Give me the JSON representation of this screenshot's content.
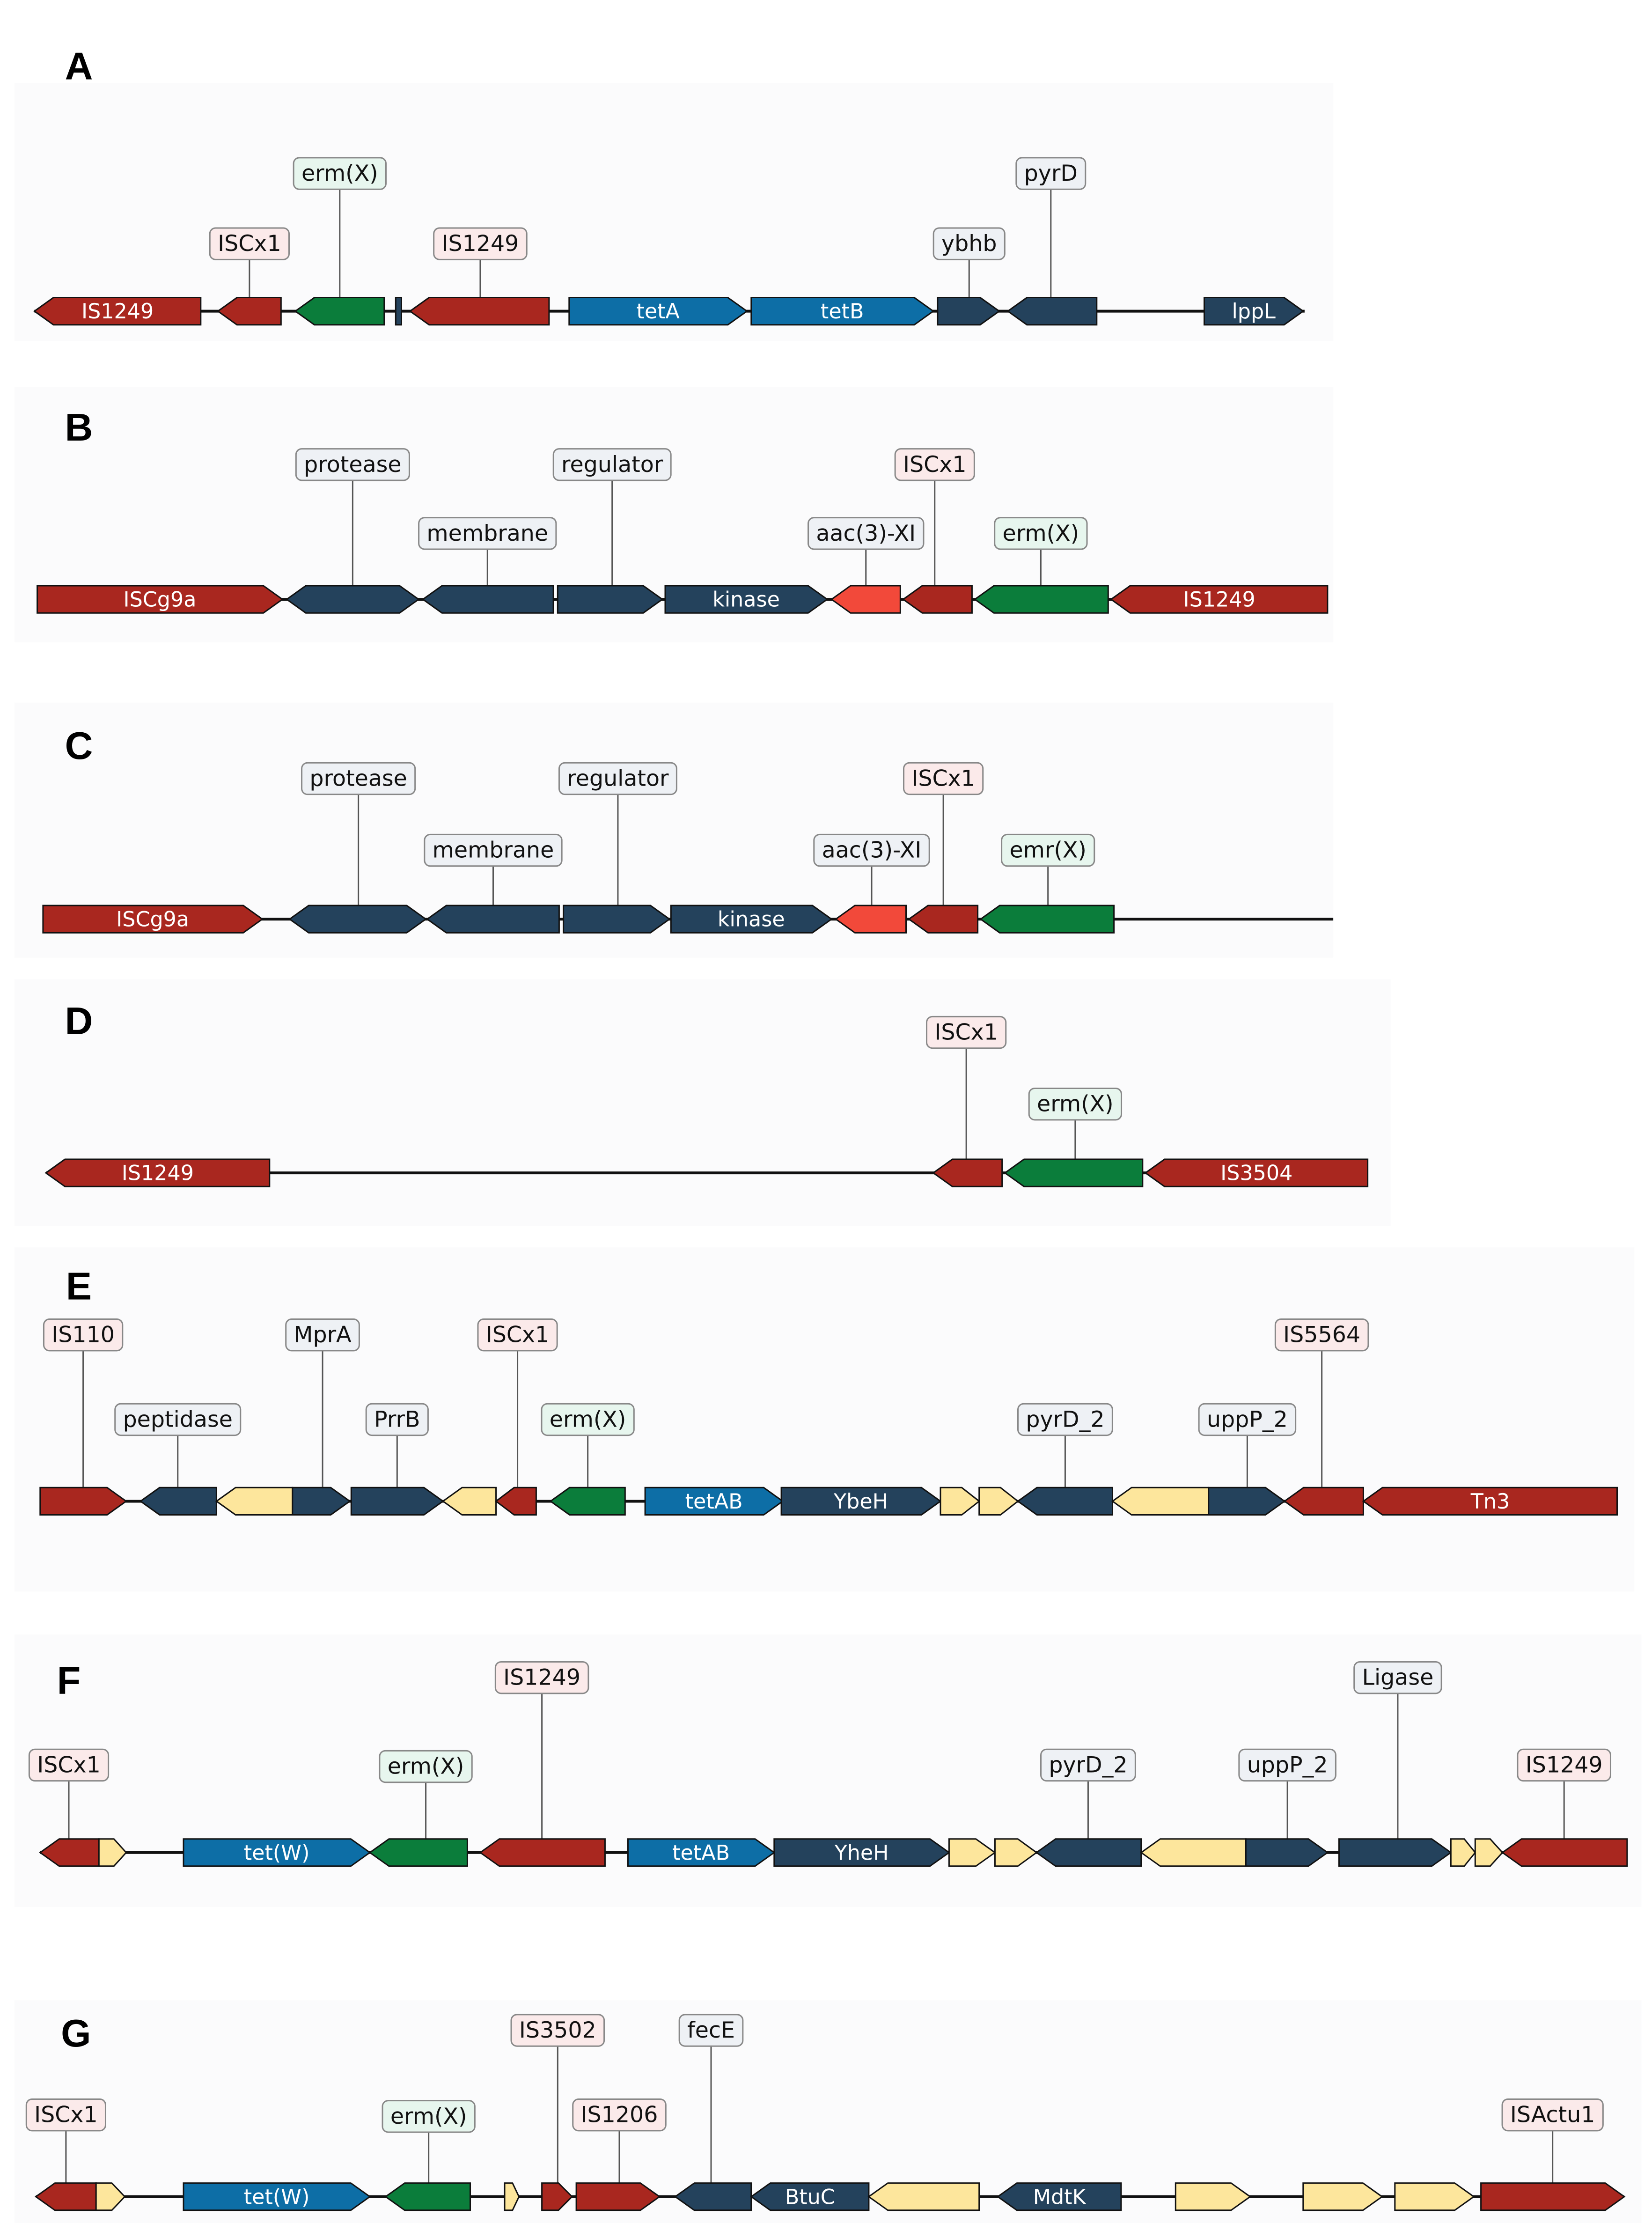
{
  "colors": {
    "is_element": "#a9271f",
    "erm": "#0b7d3b",
    "tet": "#0d6ea6",
    "other": "#24425c",
    "aac": "#f2493a",
    "hypothetical": "#fde69c",
    "callout_is": "#fbeaea",
    "callout_erm": "#e7f6ee",
    "callout_other": "#eef1f5"
  },
  "panels": [
    {
      "letter": "A",
      "genes": [
        {
          "label": "IS1249",
          "dir": "left",
          "type": "is_element"
        },
        {
          "label": "",
          "dir": "left",
          "type": "is_element",
          "callout": "ISCx1"
        },
        {
          "label": "",
          "dir": "left",
          "type": "erm",
          "callout": "erm(X)"
        },
        {
          "label": "",
          "dir": "none",
          "type": "other"
        },
        {
          "label": "",
          "dir": "left",
          "type": "is_element",
          "callout": "IS1249"
        },
        {
          "label": "tetA",
          "dir": "right",
          "type": "tet"
        },
        {
          "label": "tetB",
          "dir": "right",
          "type": "tet"
        },
        {
          "label": "",
          "dir": "right",
          "type": "other",
          "callout": "ybhb"
        },
        {
          "label": "",
          "dir": "left",
          "type": "other",
          "callout": "pyrD"
        },
        {
          "label": "lppL",
          "dir": "right",
          "type": "other"
        }
      ]
    },
    {
      "letter": "B",
      "genes": [
        {
          "label": "ISCg9a",
          "dir": "right",
          "type": "is_element"
        },
        {
          "label": "",
          "dir": "both",
          "type": "other",
          "callout": "protease"
        },
        {
          "label": "",
          "dir": "left",
          "type": "other",
          "callout": "membrane"
        },
        {
          "label": "",
          "dir": "right",
          "type": "other",
          "callout": "regulator"
        },
        {
          "label": "kinase",
          "dir": "right",
          "type": "other"
        },
        {
          "label": "",
          "dir": "left",
          "type": "aac",
          "callout": "aac(3)-XI"
        },
        {
          "label": "",
          "dir": "left",
          "type": "is_element",
          "callout": "ISCx1"
        },
        {
          "label": "",
          "dir": "left",
          "type": "erm",
          "callout": "erm(X)"
        },
        {
          "label": "IS1249",
          "dir": "left",
          "type": "is_element"
        }
      ]
    },
    {
      "letter": "C",
      "genes": [
        {
          "label": "ISCg9a",
          "dir": "right",
          "type": "is_element"
        },
        {
          "label": "",
          "dir": "both",
          "type": "other",
          "callout": "protease"
        },
        {
          "label": "",
          "dir": "left",
          "type": "other",
          "callout": "membrane"
        },
        {
          "label": "",
          "dir": "right",
          "type": "other",
          "callout": "regulator"
        },
        {
          "label": "kinase",
          "dir": "right",
          "type": "other"
        },
        {
          "label": "",
          "dir": "left",
          "type": "aac",
          "callout": "aac(3)-XI"
        },
        {
          "label": "",
          "dir": "left",
          "type": "is_element",
          "callout": "ISCx1"
        },
        {
          "label": "",
          "dir": "left",
          "type": "erm",
          "callout": "emr(X)"
        }
      ]
    },
    {
      "letter": "D",
      "genes": [
        {
          "label": "IS1249",
          "dir": "left",
          "type": "is_element"
        },
        {
          "label": "",
          "dir": "left",
          "type": "is_element",
          "callout": "ISCx1"
        },
        {
          "label": "",
          "dir": "left",
          "type": "erm",
          "callout": "erm(X)"
        },
        {
          "label": "IS3504",
          "dir": "left",
          "type": "is_element"
        }
      ]
    },
    {
      "letter": "E",
      "genes": [
        {
          "label": "",
          "dir": "right",
          "type": "is_element",
          "callout": "IS110"
        },
        {
          "label": "",
          "dir": "left",
          "type": "other",
          "callout": "peptidase"
        },
        {
          "label": "",
          "dir": "left",
          "type": "hypothetical"
        },
        {
          "label": "",
          "dir": "right",
          "type": "other",
          "callout": "MprA"
        },
        {
          "label": "",
          "dir": "right",
          "type": "other",
          "callout": "PrrB"
        },
        {
          "label": "",
          "dir": "left",
          "type": "hypothetical"
        },
        {
          "label": "",
          "dir": "left",
          "type": "is_element",
          "callout": "ISCx1"
        },
        {
          "label": "",
          "dir": "left",
          "type": "erm",
          "callout": "erm(X)"
        },
        {
          "label": "tetAB",
          "dir": "right",
          "type": "tet"
        },
        {
          "label": "YbeH",
          "dir": "right",
          "type": "other"
        },
        {
          "label": "",
          "dir": "right",
          "type": "hypothetical"
        },
        {
          "label": "",
          "dir": "right",
          "type": "hypothetical"
        },
        {
          "label": "",
          "dir": "left",
          "type": "other",
          "callout": "pyrD_2"
        },
        {
          "label": "",
          "dir": "left",
          "type": "hypothetical"
        },
        {
          "label": "",
          "dir": "right",
          "type": "other",
          "callout": "uppP_2"
        },
        {
          "label": "",
          "dir": "left",
          "type": "is_element",
          "callout": "IS5564"
        },
        {
          "label": "Tn3",
          "dir": "left",
          "type": "is_element"
        }
      ]
    },
    {
      "letter": "F",
      "genes": [
        {
          "label": "",
          "dir": "left",
          "type": "is_element",
          "callout": "ISCx1"
        },
        {
          "label": "",
          "dir": "right",
          "type": "hypothetical"
        },
        {
          "label": "tet(W)",
          "dir": "right",
          "type": "tet"
        },
        {
          "label": "",
          "dir": "left",
          "type": "erm",
          "callout": "erm(X)"
        },
        {
          "label": "",
          "dir": "left",
          "type": "is_element",
          "callout": "IS1249"
        },
        {
          "label": "tetAB",
          "dir": "right",
          "type": "tet"
        },
        {
          "label": "YheH",
          "dir": "right",
          "type": "other"
        },
        {
          "label": "",
          "dir": "right",
          "type": "hypothetical"
        },
        {
          "label": "",
          "dir": "right",
          "type": "hypothetical"
        },
        {
          "label": "",
          "dir": "left",
          "type": "other",
          "callout": "pyrD_2"
        },
        {
          "label": "",
          "dir": "left",
          "type": "hypothetical"
        },
        {
          "label": "",
          "dir": "right",
          "type": "other",
          "callout": "uppP_2"
        },
        {
          "label": "",
          "dir": "right",
          "type": "other",
          "callout": "Ligase"
        },
        {
          "label": "",
          "dir": "right",
          "type": "hypothetical"
        },
        {
          "label": "",
          "dir": "right",
          "type": "hypothetical"
        },
        {
          "label": "",
          "dir": "left",
          "type": "is_element",
          "callout": "IS1249"
        }
      ]
    },
    {
      "letter": "G",
      "genes": [
        {
          "label": "",
          "dir": "left",
          "type": "is_element",
          "callout": "ISCx1"
        },
        {
          "label": "",
          "dir": "right",
          "type": "hypothetical"
        },
        {
          "label": "tet(W)",
          "dir": "right",
          "type": "tet"
        },
        {
          "label": "",
          "dir": "left",
          "type": "erm",
          "callout": "erm(X)"
        },
        {
          "label": "",
          "dir": "right",
          "type": "hypothetical"
        },
        {
          "label": "",
          "dir": "right",
          "type": "is_element",
          "callout": "IS3502"
        },
        {
          "label": "",
          "dir": "right",
          "type": "is_element",
          "callout": "IS1206"
        },
        {
          "label": "",
          "dir": "left",
          "type": "other",
          "callout": "fecE"
        },
        {
          "label": "BtuC",
          "dir": "left",
          "type": "other"
        },
        {
          "label": "",
          "dir": "left",
          "type": "hypothetical"
        },
        {
          "label": "MdtK",
          "dir": "left",
          "type": "other"
        },
        {
          "label": "",
          "dir": "right",
          "type": "hypothetical"
        },
        {
          "label": "",
          "dir": "right",
          "type": "hypothetical"
        },
        {
          "label": "",
          "dir": "right",
          "type": "hypothetical"
        },
        {
          "label": "",
          "dir": "right",
          "type": "is_element",
          "callout": "ISActu1"
        }
      ]
    }
  ]
}
